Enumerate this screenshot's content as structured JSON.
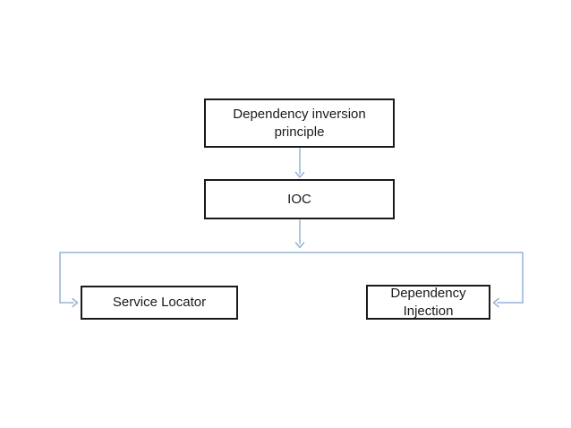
{
  "colors": {
    "connector": "#95B3D7",
    "node-border": "#1a1a1a",
    "node-text": "#1a1a1a",
    "canvas-bg": "#ffffff"
  },
  "diagram": {
    "type": "flowchart",
    "nodes": [
      {
        "id": "dependency-inversion-principle",
        "label": "Dependency inversion principle"
      },
      {
        "id": "ioc",
        "label": "IOC"
      },
      {
        "id": "service-locator",
        "label": "Service Locator"
      },
      {
        "id": "dependency-injection",
        "label": "Dependency Injection"
      }
    ],
    "edges": [
      {
        "from": "dependency-inversion-principle",
        "to": "ioc",
        "direction": "down"
      },
      {
        "from": "ioc",
        "to": "branch-rail",
        "direction": "down"
      },
      {
        "from": "branch-rail",
        "to": "service-locator",
        "direction": "right-into-box"
      },
      {
        "from": "branch-rail",
        "to": "dependency-injection",
        "direction": "left-into-box"
      }
    ]
  }
}
